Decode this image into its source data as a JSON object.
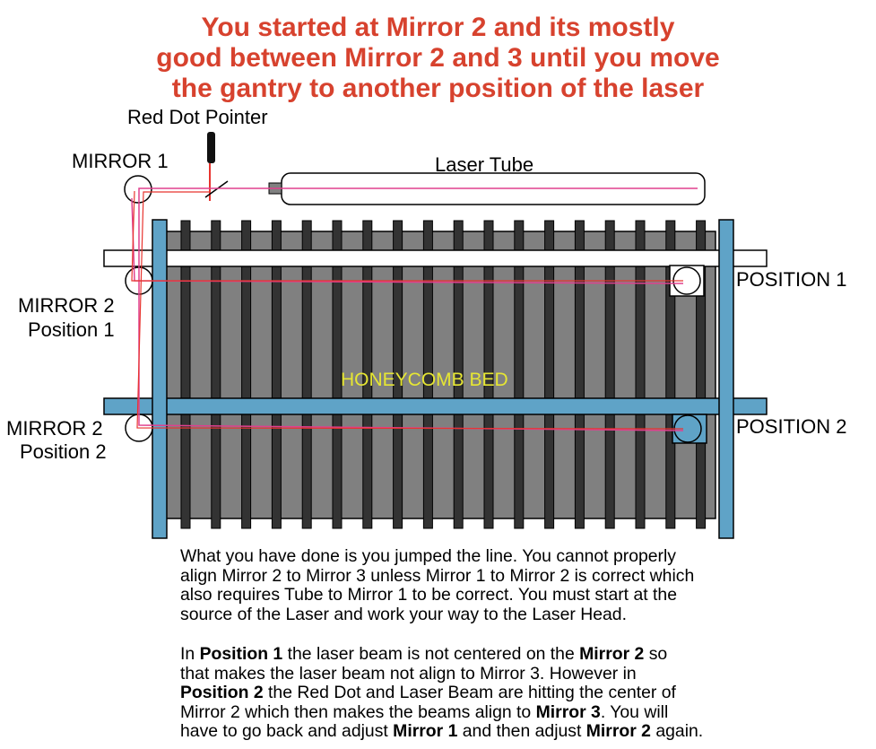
{
  "title": {
    "lines": [
      "You started at Mirror 2 and its mostly",
      "good between Mirror 2 and 3 until you move",
      "the gantry to another position of the laser"
    ]
  },
  "labels": {
    "red_dot_pointer": "Red Dot Pointer",
    "mirror1": "MIRROR 1",
    "laser_tube": "Laser Tube",
    "mirror2_pos1_line1": "MIRROR 2",
    "mirror2_pos1_line2": "Position 1",
    "mirror2_pos2_line1": "MIRROR 2",
    "mirror2_pos2_line2": "Position 2",
    "position1": "POSITION 1",
    "position2": "POSITION 2",
    "honeycomb_bed": "HONEYCOMB BED"
  },
  "paragraph1": {
    "lines": [
      "What you have done is you jumped the line. You cannot properly",
      "align Mirror 2 to Mirror 3 unless Mirror 1 to Mirror 2 is correct which",
      "also requires Tube to Mirror 1 to be correct. You must start at the",
      "source of the Laser and work your way to the Laser Head."
    ]
  },
  "paragraph2": {
    "l1a": "In ",
    "l1b": "Position 1",
    "l1c": " the laser beam is not centered on the ",
    "l1d": "Mirror 2",
    "l1e": " so",
    "l2": "that makes the laser beam not align to Mirror 3. However in",
    "l3a": "Position 2",
    "l3b": " the Red Dot and Laser Beam are hitting the center of",
    "l4a": "Mirror 2 which then makes the beams align to ",
    "l4b": "Mirror 3",
    "l4c": ". You will",
    "l5a": "have to go back and adjust ",
    "l5b": "Mirror 1",
    "l5c": " and then adjust ",
    "l5d": "Mirror 2",
    "l5e": " again."
  },
  "colors": {
    "title": "#d7422e",
    "rail_blue": "#5fa3c7",
    "bed_gray": "#808080",
    "slat_dark": "#333333",
    "laser_beam": "#e0408e",
    "red_dot": "#e8342f",
    "bed_label": "#e6e633"
  }
}
